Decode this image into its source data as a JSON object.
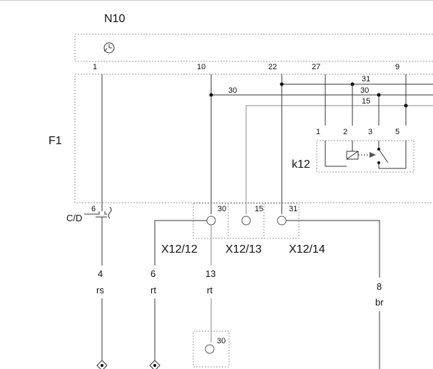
{
  "components": {
    "n10": {
      "label": "N10",
      "icon": "clock-icon"
    },
    "f1": {
      "label": "F1"
    },
    "k12": {
      "label": "k12",
      "pins": [
        "1",
        "2",
        "3",
        "5"
      ]
    },
    "cd": {
      "label": "C/D",
      "pin": "6"
    }
  },
  "n10_pins": [
    "1",
    "10",
    "22",
    "27",
    "9"
  ],
  "bus_lines": [
    "31",
    "30",
    "15"
  ],
  "tap_30": "30",
  "connectors": [
    {
      "label": "X12/12",
      "pin": "30"
    },
    {
      "label": "X12/13",
      "pin": "15"
    },
    {
      "label": "X12/14",
      "pin": "31"
    }
  ],
  "wires": [
    {
      "number": "4",
      "color": "rs"
    },
    {
      "number": "6",
      "color": "rt"
    },
    {
      "number": "13",
      "color": "rt"
    },
    {
      "number": "8",
      "color": "br"
    }
  ],
  "bottom_connector": {
    "pin": "30"
  }
}
